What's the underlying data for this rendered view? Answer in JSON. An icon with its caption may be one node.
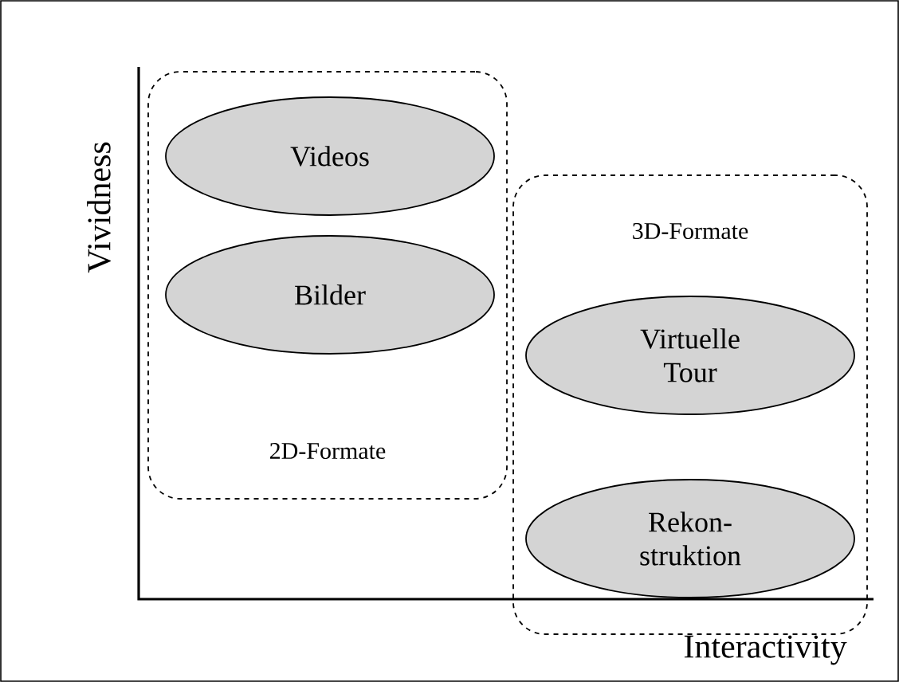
{
  "diagram": {
    "nodes": [
      {
        "text": [
          "2D-Formate"
        ]
      },
      {
        "text": [
          "Videos"
        ],
        "in": 0
      },
      {
        "text": [
          "Bilder"
        ],
        "in": 0
      },
      {
        "text": [
          "3D-Formate"
        ]
      },
      {
        "text": [
          "Virtuelle Tour"
        ],
        "in": 3
      },
      {
        "text": [
          "Rekon- struktion"
        ],
        "in": 3
      }
    ],
    "labels": [
      "Vividness",
      "Interactivity"
    ]
  }
}
